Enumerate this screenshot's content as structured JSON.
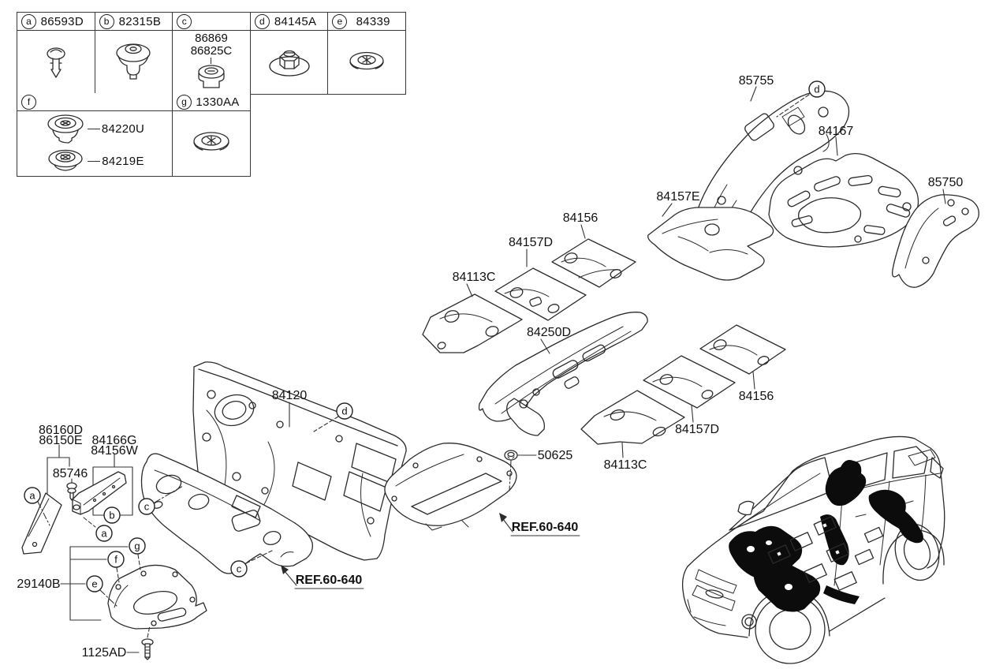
{
  "fastener_table": {
    "row1": [
      {
        "letter": "a",
        "part_no": "86593D",
        "icon": "push-clip"
      },
      {
        "letter": "b",
        "part_no": "82315B",
        "icon": "dome-clip"
      },
      {
        "letter": "c",
        "part_no": "",
        "sub_parts": [
          "86869",
          "86825C"
        ],
        "icon": "screw-grommet"
      },
      {
        "letter": "d",
        "part_no": "84145A",
        "icon": "flange-nut"
      },
      {
        "letter": "e",
        "part_no": "84339",
        "icon": "star-washer"
      }
    ],
    "row2": [
      {
        "letter": "f",
        "items": [
          {
            "part_no": "84220U",
            "icon": "grommet"
          },
          {
            "part_no": "84219E",
            "icon": "plug-washer"
          }
        ]
      },
      {
        "letter": "g",
        "part_no": "1330AA",
        "icon": "star-washer"
      }
    ]
  },
  "callouts": {
    "a": "a",
    "b": "b",
    "c": "c",
    "d": "d",
    "e": "e",
    "f": "f",
    "g": "g"
  },
  "diagram": {
    "labels": {
      "p85755": "85755",
      "p84167": "84167",
      "p85750": "85750",
      "p84157E": "84157E",
      "p84156_left": "84156",
      "p84157D_left": "84157D",
      "p84113C_left": "84113C",
      "p84250D": "84250D",
      "p84156_right": "84156",
      "p84157D_right": "84157D",
      "p84113C_right": "84113C",
      "p50625": "50625",
      "p84120": "84120",
      "p86160D": "86160D",
      "p86150E": "86150E",
      "p84166G": "84166G",
      "p84156W": "84156W",
      "p85746": "85746",
      "p29140B": "29140B",
      "p1125AD": "1125AD",
      "ref60": "REF.60-640"
    },
    "line_color": "#2b2b2b",
    "background": "#ffffff"
  }
}
